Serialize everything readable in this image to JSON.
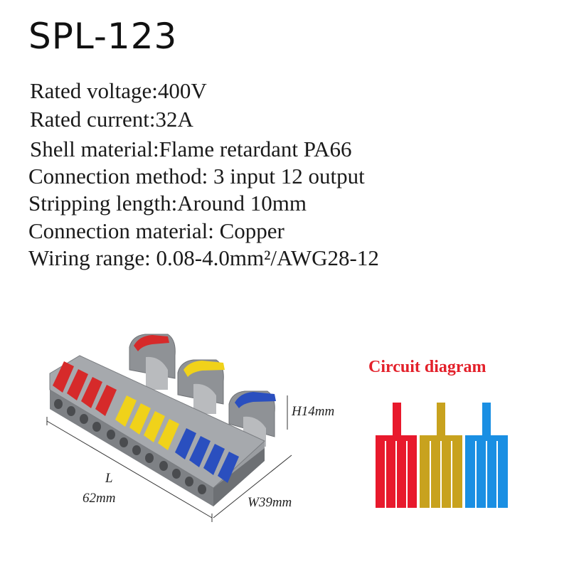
{
  "product": {
    "model": "SPL-123"
  },
  "specs": [
    "Rated voltage:400V",
    "Rated current:32A",
    "Shell material:Flame retardant PA66",
    "Connection method: 3 input 12 output",
    "Stripping length:Around 10mm",
    "Connection material: Copper",
    "Wiring range: 0.08-4.0mm²/AWG28-12"
  ],
  "dimensions": {
    "height": "H14mm",
    "length_label": "L",
    "length_value": "62mm",
    "width": "W39mm"
  },
  "circuit": {
    "title": "Circuit diagram",
    "groups": [
      {
        "color": "#e8192c"
      },
      {
        "color": "#c8a21e"
      },
      {
        "color": "#1a8fe3"
      }
    ]
  },
  "colors": {
    "shell": "#8f9296",
    "lever_red": "#d62a2a",
    "lever_yellow": "#f0d21a",
    "lever_blue": "#2a4fbf",
    "accent_red": "#e3202a"
  }
}
